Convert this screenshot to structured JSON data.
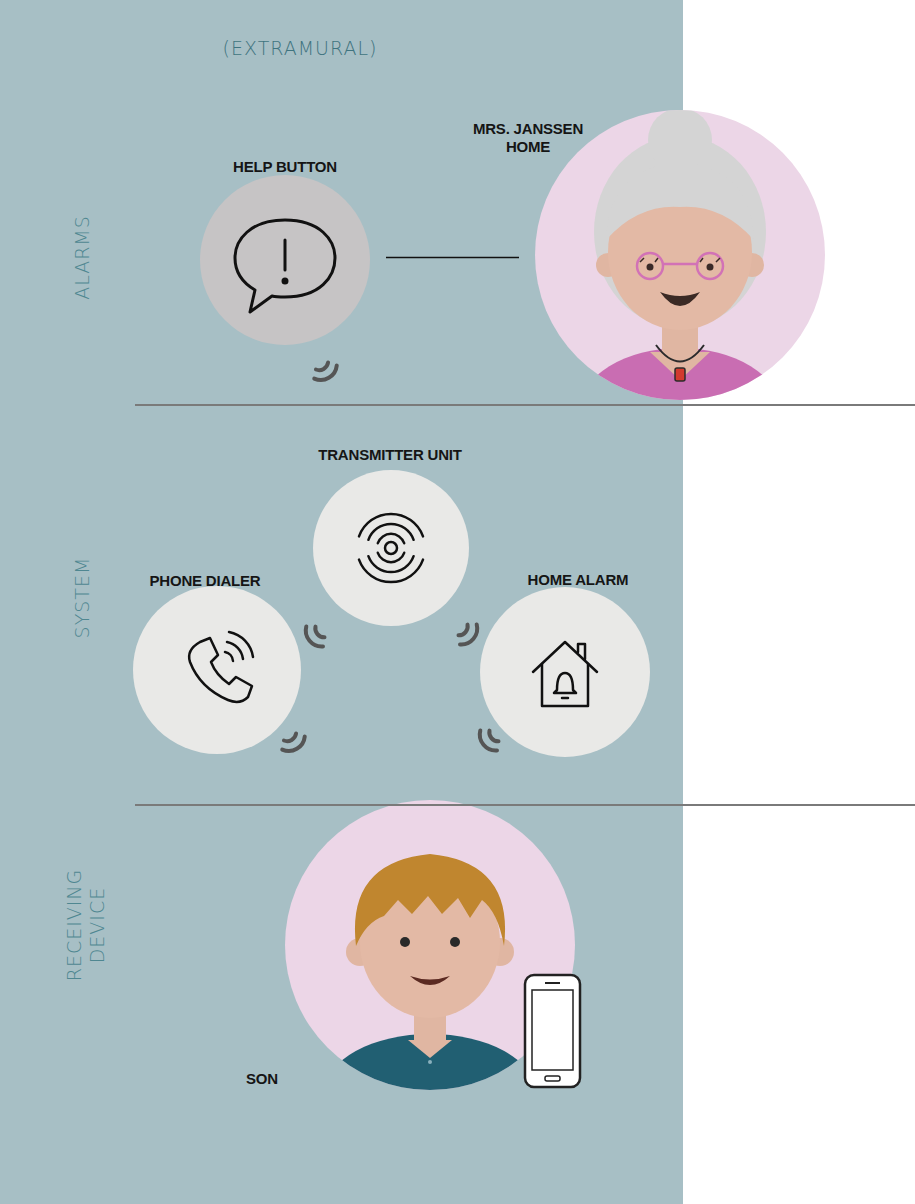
{
  "diagram": {
    "title": "(EXTRAMURAL)",
    "nodes": [
      {
        "text": [
          "HELP BUTTON"
        ]
      },
      {
        "text": [
          "MRS. JANSSEN HOME"
        ]
      },
      {
        "text": [
          "TRANSMITTER UNIT"
        ]
      },
      {
        "text": [
          "PHONE DIALER"
        ]
      },
      {
        "text": [
          "HOME ALARM"
        ]
      },
      {
        "text": [
          "SON"
        ]
      }
    ],
    "edges": [
      {
        "from": 0,
        "to": 1,
        "arrow": "none"
      }
    ],
    "labels": [
      "ALARMS",
      "SYSTEM",
      "RECEIVING DEVICE"
    ]
  }
}
